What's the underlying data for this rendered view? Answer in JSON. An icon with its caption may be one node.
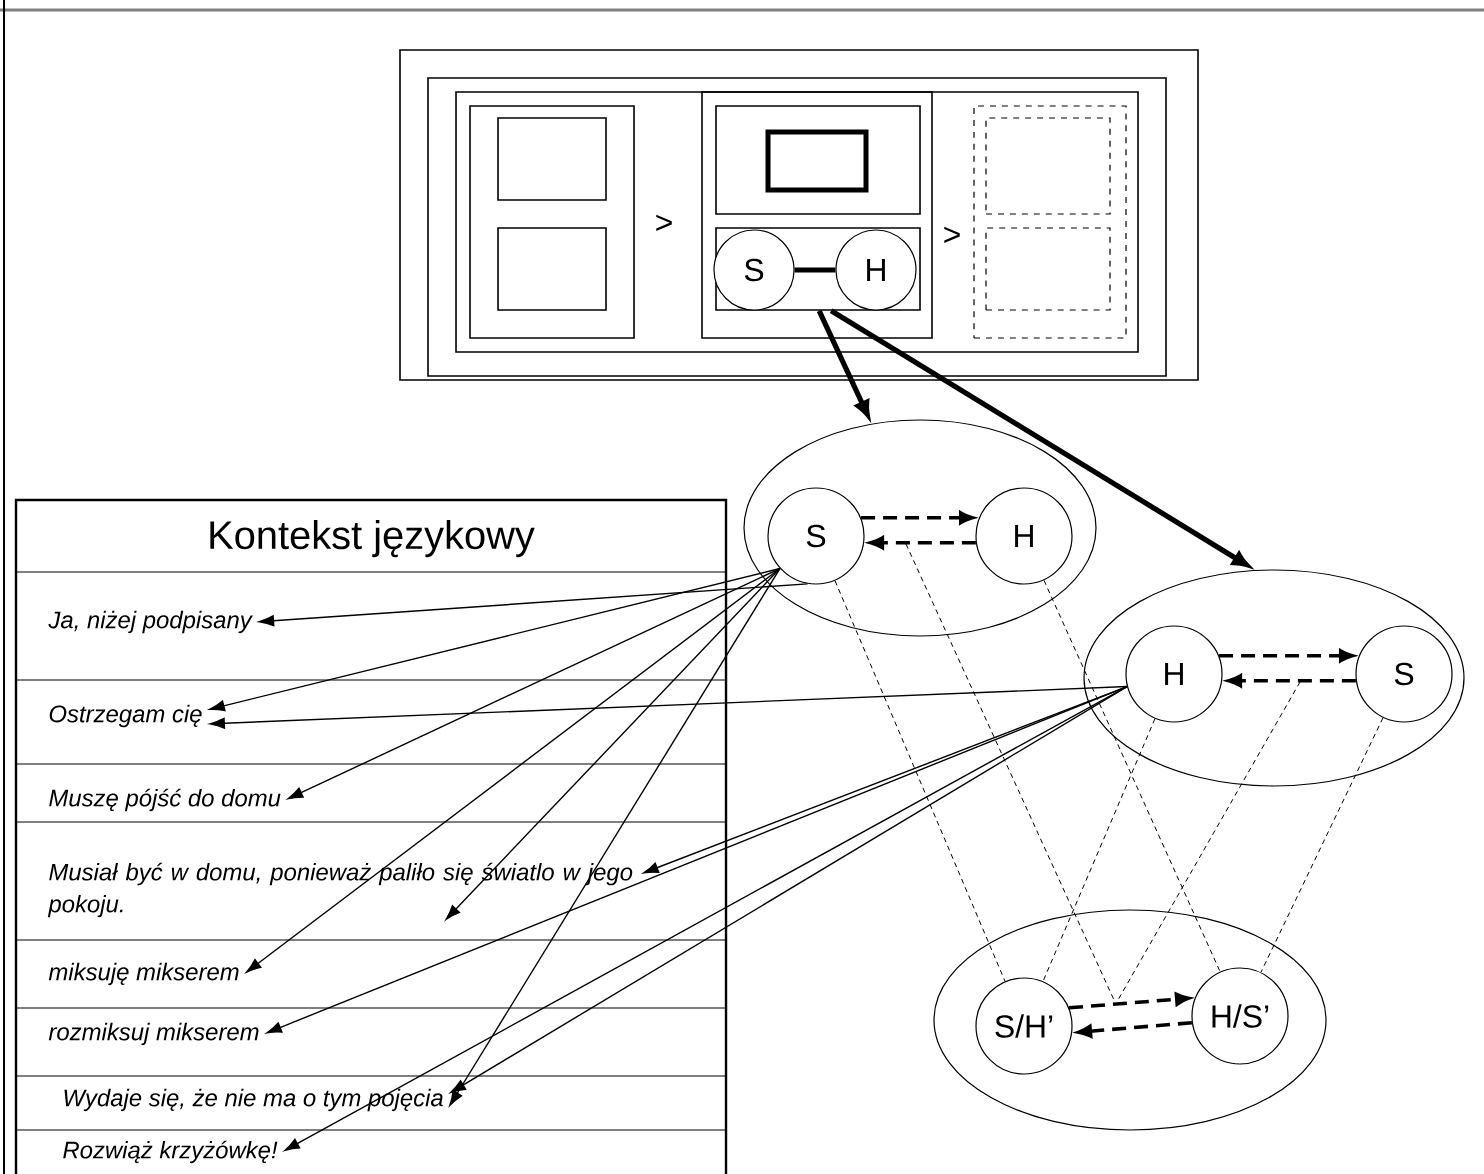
{
  "diagram": {
    "nodes": [
      {
        "text": [],
        "shape": "box"
      },
      {
        "text": [],
        "shape": "box",
        "in": 0
      },
      {
        "text": [],
        "shape": "box",
        "in": 1
      },
      {
        "text": [],
        "shape": "box",
        "in": 2
      },
      {
        "text": [],
        "shape": "box",
        "in": 3
      },
      {
        "text": [],
        "shape": "box",
        "in": 3
      },
      {
        "text": [],
        "shape": "box",
        "in": 2
      },
      {
        "text": [],
        "shape": "box",
        "in": 6
      },
      {
        "text": [],
        "shape": "box",
        "in": 7
      },
      {
        "text": [],
        "shape": "box",
        "in": 6
      },
      {
        "text": [
          "S"
        ],
        "in": 9
      },
      {
        "text": [
          "H"
        ],
        "in": 9
      },
      {
        "text": [],
        "shape": "box",
        "in": 2
      },
      {
        "text": [],
        "shape": "box",
        "in": 12
      },
      {
        "text": [],
        "shape": "box",
        "in": 12
      },
      {
        "text": [],
        "shape": "ellipse"
      },
      {
        "text": [
          "S"
        ],
        "in": 15
      },
      {
        "text": [
          "H"
        ],
        "in": 15
      },
      {
        "text": [],
        "shape": "ellipse"
      },
      {
        "text": [
          "H"
        ],
        "in": 18
      },
      {
        "text": [
          "S"
        ],
        "in": 18
      },
      {
        "text": [
          "Kontekst językowy"
        ]
      },
      {
        "text": [
          "Ja, niżej podpisany"
        ],
        "in": 21
      },
      {
        "text": [
          "Ostrzegam cię"
        ],
        "in": 21
      },
      {
        "text": [
          "Muszę pójść do domu"
        ],
        "in": 21
      },
      {
        "text": [
          "Musiał być w domu, ponieważ paliło się światlo w jego pokoju."
        ],
        "in": 21
      },
      {
        "text": [
          "miksuję mikserem"
        ],
        "in": 21
      },
      {
        "text": [
          "rozmiksuj mikserem"
        ],
        "in": 21
      },
      {
        "text": [
          "Wydaje się, że nie ma o tym pojęcia"
        ],
        "in": 21
      },
      {
        "text": [
          "Rozwiąż krzyżówkę!"
        ],
        "in": 21
      },
      {
        "text": [],
        "shape": "ellipse"
      },
      {
        "text": [
          "S/H’"
        ],
        "in": 30
      },
      {
        "text": [
          "H/S’"
        ],
        "in": 30
      }
    ],
    "edges": [
      {
        "from": 10,
        "to": 11,
        "arrow": "none",
        "style": "thick"
      },
      {
        "from": 9,
        "to": 15,
        "arrow": "to",
        "style": "thick"
      },
      {
        "from": 9,
        "to": 18,
        "arrow": "to",
        "style": "thick"
      },
      {
        "from": 16,
        "to": 17,
        "arrow": "to",
        "style": "dashed"
      },
      {
        "from": 17,
        "to": 16,
        "arrow": "to",
        "style": "dashed"
      },
      {
        "from": 19,
        "to": 20,
        "arrow": "to",
        "style": "dashed"
      },
      {
        "from": 20,
        "to": 19,
        "arrow": "to",
        "style": "dashed"
      },
      {
        "from": 31,
        "to": 32,
        "arrow": "to",
        "style": "dashed"
      },
      {
        "from": 32,
        "to": 31,
        "arrow": "to",
        "style": "dashed"
      },
      {
        "from": 16,
        "to": 22,
        "arrow": "to"
      },
      {
        "from": 16,
        "to": 23,
        "arrow": "to"
      },
      {
        "from": 16,
        "to": 24,
        "arrow": "to"
      },
      {
        "from": 16,
        "to": 25,
        "arrow": "to"
      },
      {
        "from": 16,
        "to": 26,
        "arrow": "to"
      },
      {
        "from": 16,
        "to": 28,
        "arrow": "to"
      },
      {
        "from": 19,
        "to": 23,
        "arrow": "to"
      },
      {
        "from": 19,
        "to": 25,
        "arrow": "to"
      },
      {
        "from": 19,
        "to": 27,
        "arrow": "to"
      },
      {
        "from": 19,
        "to": 28,
        "arrow": "to"
      },
      {
        "from": 19,
        "to": 29,
        "arrow": "to"
      },
      {
        "from": 16,
        "to": 31,
        "arrow": "none",
        "style": "dashed"
      },
      {
        "from": 17,
        "to": 32,
        "arrow": "none",
        "style": "dashed"
      },
      {
        "from": 19,
        "to": 31,
        "arrow": "none",
        "style": "dashed"
      },
      {
        "from": 20,
        "to": 32,
        "arrow": "none",
        "style": "dashed"
      }
    ],
    "labels": [
      ">",
      ">"
    ]
  }
}
